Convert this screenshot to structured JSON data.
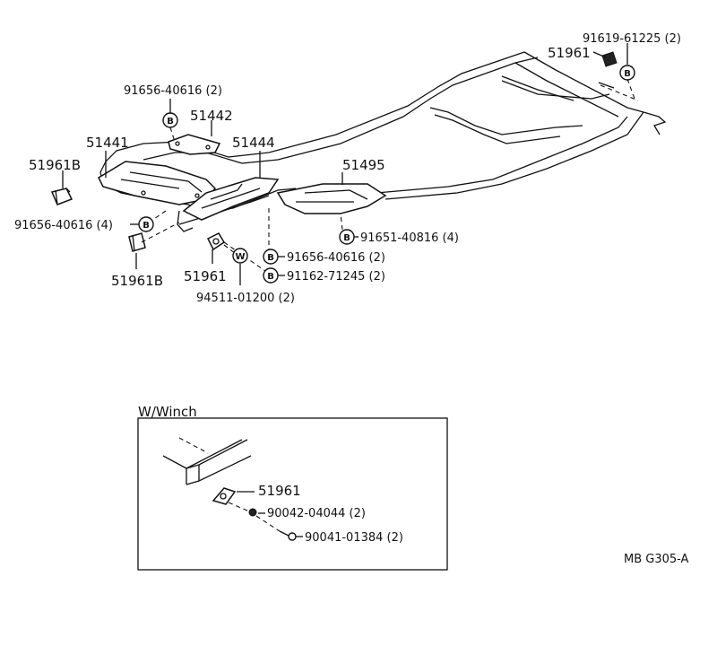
{
  "callouts": {
    "p_91619": "91619-61225 (2)",
    "p_51961_top": "51961",
    "p_91656_top": "91656-40616 (2)",
    "p_51442": "51442",
    "p_51441": "51441",
    "p_51444": "51444",
    "p_51961b_left": "51961B",
    "p_51495": "51495",
    "p_91656_left": "91656-40616 (4)",
    "p_91651": "91651-40816 (4)",
    "p_91656_mid": "91656-40616 (2)",
    "p_51961_mid": "51961",
    "p_91162": "91162-71245 (2)",
    "p_51961b_bottom": "51961B",
    "p_94511": "94511-01200 (2)"
  },
  "symbols": {
    "bolt": "B",
    "washer": "W"
  },
  "inset": {
    "title": "W/Winch",
    "p_51961": "51961",
    "p_90042": "90042-04044 (2)",
    "p_90041": "90041-01384 (2)"
  },
  "figure_code": "MB G305-A"
}
